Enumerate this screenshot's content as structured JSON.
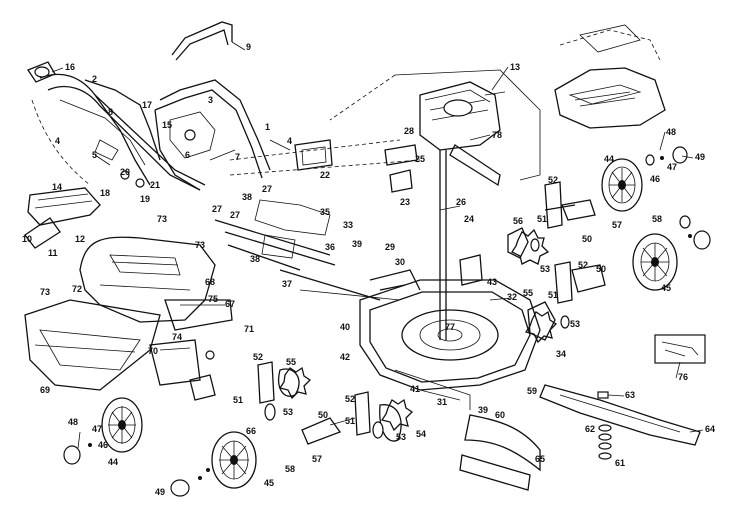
{
  "diagram": {
    "part_labels": [
      "16",
      "2",
      "17",
      "15",
      "4",
      "5",
      "4",
      "1",
      "14",
      "10",
      "11",
      "12",
      "13",
      "27",
      "27",
      "27",
      "38",
      "38",
      "37",
      "35",
      "36",
      "33",
      "39",
      "22",
      "28",
      "78",
      "23",
      "25",
      "26",
      "24",
      "52",
      "51",
      "56",
      "53",
      "50",
      "57",
      "58",
      "48",
      "49",
      "44",
      "46",
      "47",
      "45",
      "55",
      "52",
      "51",
      "50",
      "53",
      "32",
      "40",
      "42",
      "43",
      "41",
      "31",
      "39",
      "73",
      "73",
      "73",
      "72",
      "75",
      "74",
      "70",
      "71",
      "67",
      "66",
      "69",
      "68",
      "44",
      "46",
      "47",
      "48",
      "49",
      "45",
      "52",
      "51",
      "53",
      "55",
      "50",
      "57",
      "58",
      "52",
      "51",
      "53",
      "54",
      "59",
      "60",
      "61",
      "62",
      "63",
      "64",
      "65",
      "76",
      "34",
      "30",
      "29",
      "20",
      "21",
      "18",
      "19",
      "9",
      "3",
      "6",
      "8",
      "7",
      "77"
    ]
  }
}
